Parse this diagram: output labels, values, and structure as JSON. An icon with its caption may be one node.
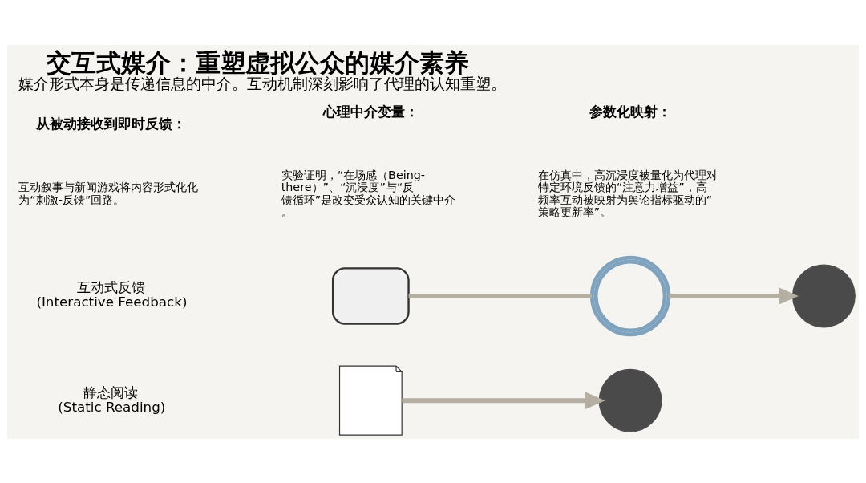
{
  "diagram": {
    "title": "交互式媒介：重塑虚拟公众的媒介素养",
    "caption": "媒介形式本身是传递信息的中介。互动机制深刻影响了代理的认知重塑。",
    "nodes": [
      {
        "text": [],
        "shape": "document"
      },
      {
        "text": [],
        "shape": "person"
      },
      {
        "text": [],
        "shape": "tablet"
      },
      {
        "text": [],
        "shape": "loop"
      },
      {
        "text": [],
        "shape": "person"
      }
    ],
    "edges": [
      {
        "from": 0,
        "to": 1,
        "arrow": "to"
      },
      {
        "from": 2,
        "to": 3,
        "arrow": "none"
      },
      {
        "from": 3,
        "to": 4,
        "arrow": "to"
      }
    ],
    "labels": [
      "静态阅读 (Static Reading)",
      "互动式反馈 (Interactive Feedback)",
      "从被动接收到即时反馈：",
      "互动叙事与新闻游戏将内容形式化化为“刺激-反馈”回路。",
      "心理中介变量：",
      "实验证明，“在场感（Being-there）”、“沉浸度”与“反馈循环”是改变受众认知的关键中介。",
      "参数化映射：",
      "在仿真中，高沉浸度被量化为代理对特定环境反馈的“注意力增益”，高频率互动被映射为舆论指标驱动的“策略更新率”。"
    ]
  }
}
